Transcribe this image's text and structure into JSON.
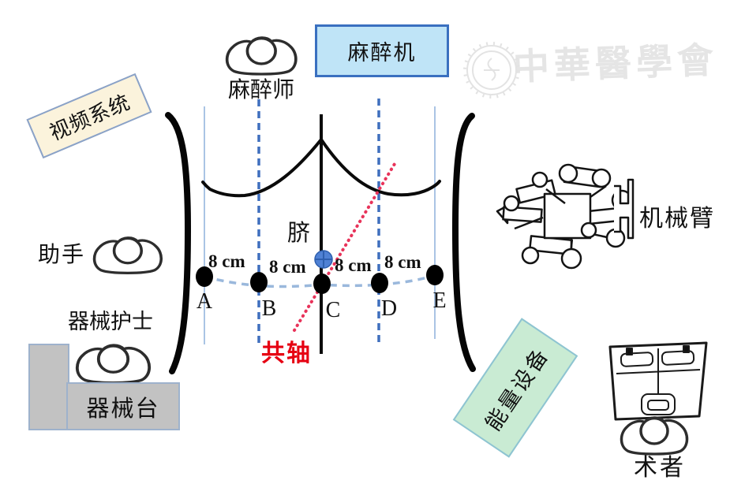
{
  "boxes": {
    "video_system": "视频系统",
    "anesthesia_machine": "麻醉机",
    "energy_device": "能量设备",
    "instrument_table": "器械台"
  },
  "roles": {
    "anesthesiologist": "麻醉师",
    "assistant": "助手",
    "instrument_nurse": "器械护士",
    "operator": "术者"
  },
  "equipment": {
    "robotic_arm": "机械臂"
  },
  "anatomy": {
    "umbilicus": "脐"
  },
  "axis_label": {
    "coaxial": "共轴"
  },
  "ports": {
    "points": [
      "A",
      "B",
      "C",
      "D",
      "E"
    ],
    "spacings": [
      "8 cm",
      "8 cm",
      "8 cm",
      "8 cm"
    ]
  },
  "watermark": {
    "text": "中華醫學會"
  },
  "colors": {
    "dashed_blue": "#3f6fbe",
    "light_blue_line": "#aac4e4",
    "port_arc": "#9ab8dc",
    "red_axis": "#e8335a",
    "coaxial_red": "#e60012",
    "umbilicus_blue": "#4f81d4",
    "video_box_fill": "#fbf3dc",
    "anesthesia_box_fill": "#bfe4f7",
    "energy_box_fill": "#c9ebd3",
    "table_gray": "#c2c2c2"
  }
}
